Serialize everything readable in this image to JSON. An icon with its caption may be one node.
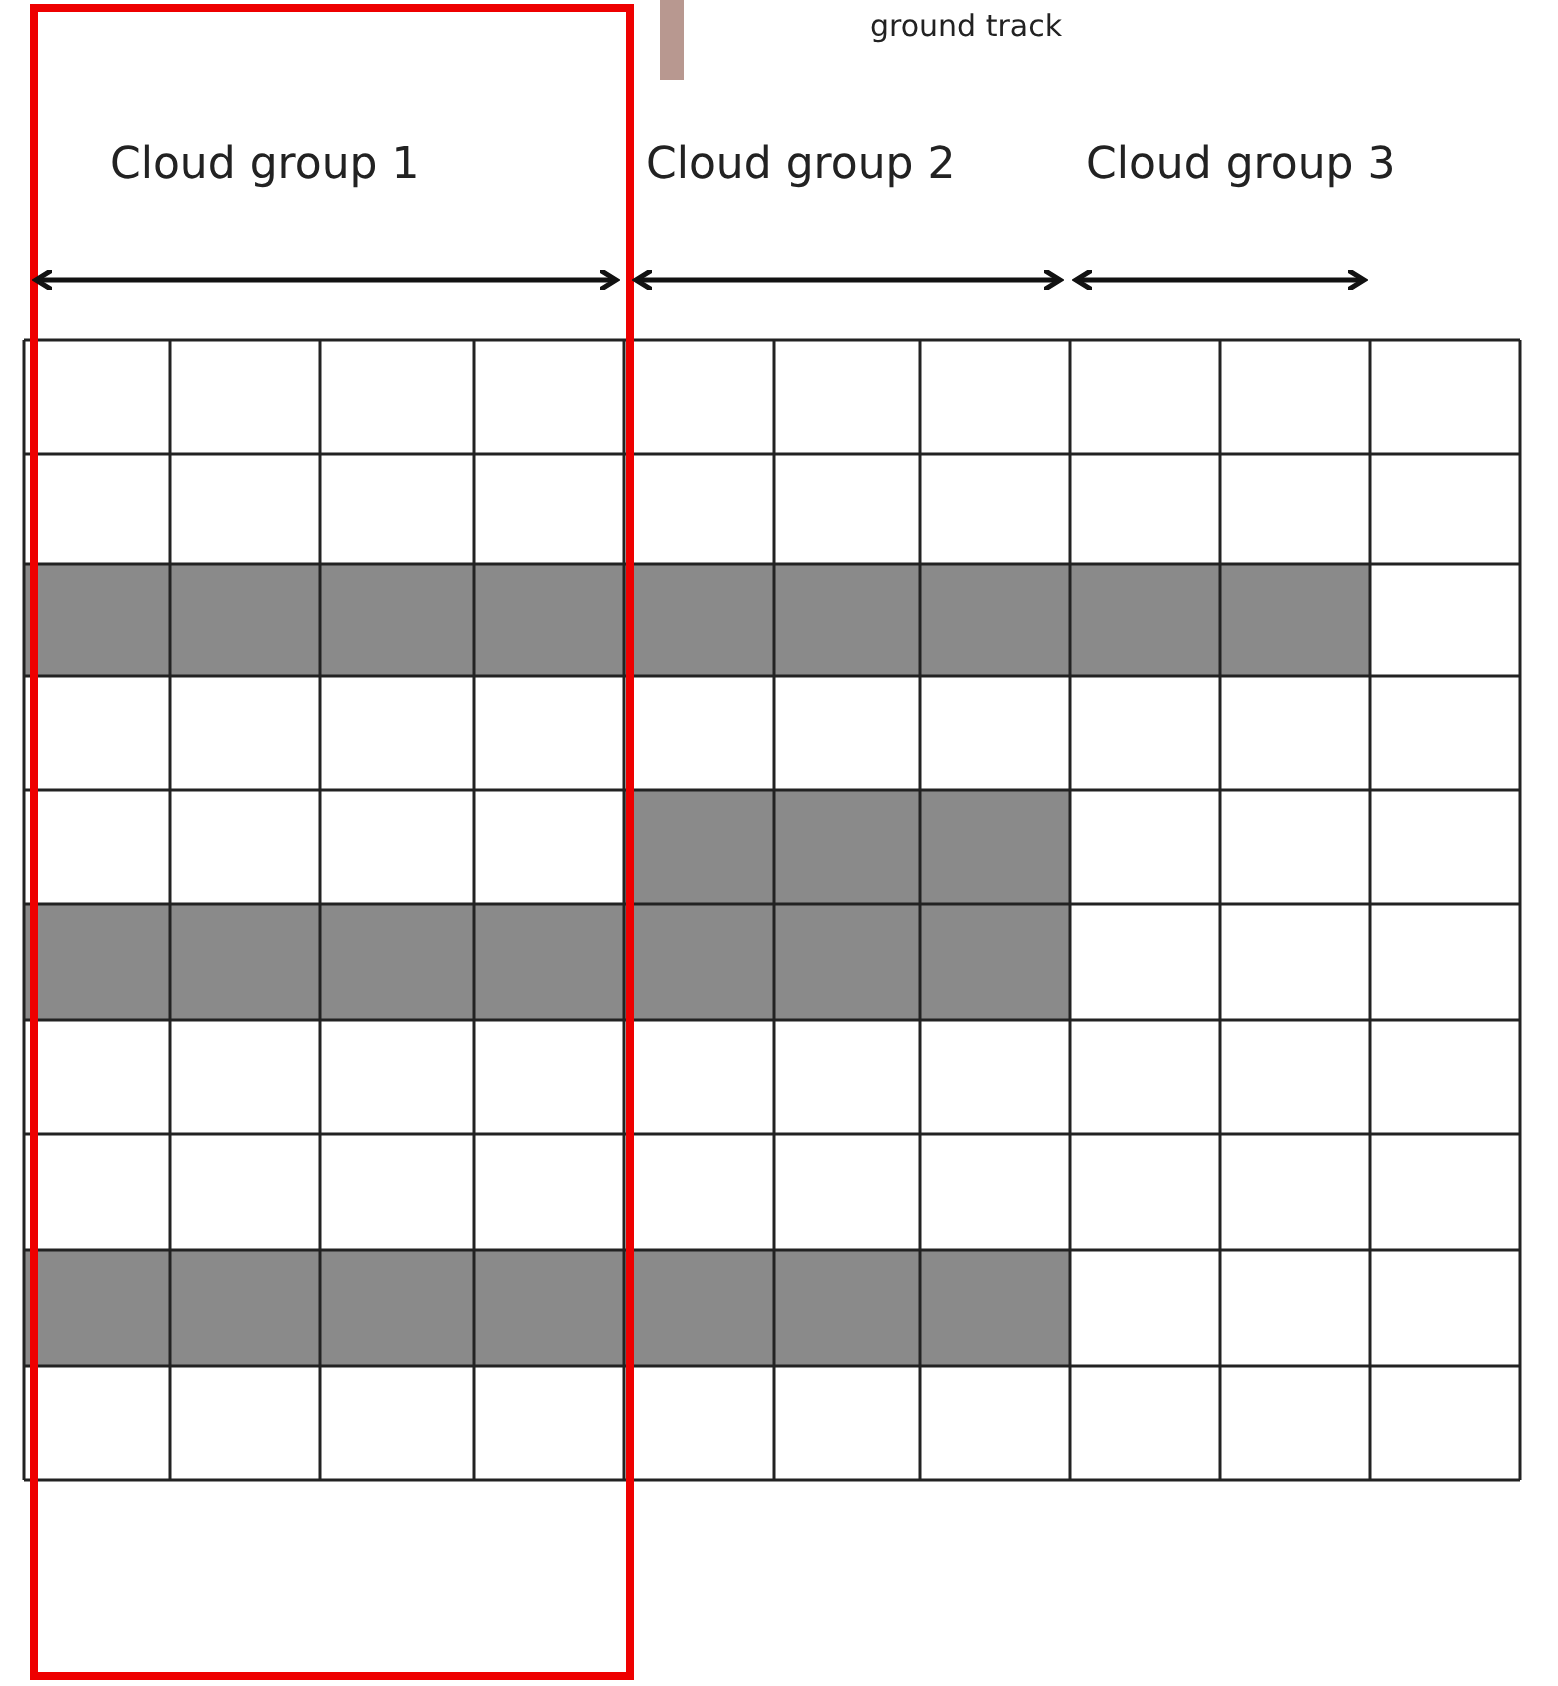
{
  "diagram": {
    "labels": [
      "ground track",
      "Cloud group 1",
      "Cloud group 2",
      "Cloud group 3"
    ]
  }
}
